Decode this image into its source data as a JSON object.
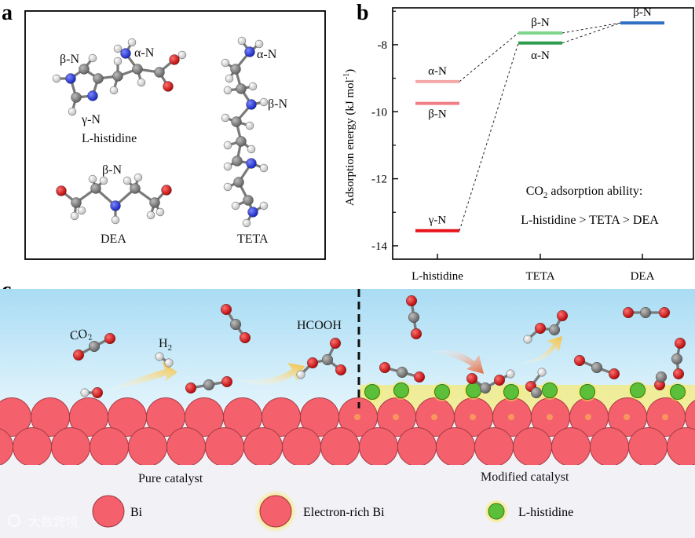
{
  "panel_labels": {
    "a": "a",
    "b": "b",
    "c": "c"
  },
  "panel_a": {
    "lhis": {
      "beta": "β-N",
      "alpha": "α-N",
      "gamma": "γ-N",
      "name": "L-histidine"
    },
    "teta": {
      "alpha": "α-N",
      "beta": "β-N",
      "name": "TETA"
    },
    "dea": {
      "beta": "β-N",
      "name": "DEA"
    }
  },
  "chart_data": {
    "type": "energy-level diagram",
    "categories": [
      "L-histidine",
      "TETA",
      "DEA"
    ],
    "ylabel_main": "Adsorption energy (kJ mol",
    "ylabel_sup": "-1",
    "ylabel_close": ")",
    "ylim": [
      -14.4,
      -6.9
    ],
    "yticks": [
      -8,
      -10,
      -12,
      -14
    ],
    "levels": [
      {
        "category": "L-histidine",
        "label": "α-N",
        "value": -9.1,
        "color": "#f4a9a9"
      },
      {
        "category": "L-histidine",
        "label": "β-N",
        "value": -9.75,
        "color": "#ef7f86"
      },
      {
        "category": "L-histidine",
        "label": "γ-N",
        "value": -13.55,
        "color": "#e8141c"
      },
      {
        "category": "TETA",
        "label": "β-N",
        "value": -7.65,
        "color": "#7dd68a"
      },
      {
        "category": "TETA",
        "label": "α-N",
        "value": -7.95,
        "color": "#2e9c4e"
      },
      {
        "category": "DEA",
        "label": "β-N",
        "value": -7.35,
        "color": "#2f6fc4"
      }
    ],
    "annotation_line1_pre": "CO",
    "annotation_line1_sub": "2",
    "annotation_line1_post": " adsorption ability:",
    "annotation_line2": "L-histidine > TETA > DEA"
  },
  "panel_c": {
    "co2_pre": "CO",
    "co2_sub": "2",
    "h2_pre": "H",
    "h2_sub": "2",
    "hcooh": "HCOOH",
    "pure": "Pure catalyst",
    "modified": "Modified catalyst",
    "legend": {
      "bi": "Bi",
      "erbi": "Electron-rich Bi",
      "lhis": "L-histidine"
    }
  },
  "watermark": "大数跨境",
  "colors": {
    "bi": "#f4606c",
    "erbi_glow": "#f5d21c",
    "lhis": "#5cbf3a",
    "carbon": "#4a4a4a",
    "oxygen": "#e0101a",
    "hydrogen": "#e8f8ff"
  }
}
